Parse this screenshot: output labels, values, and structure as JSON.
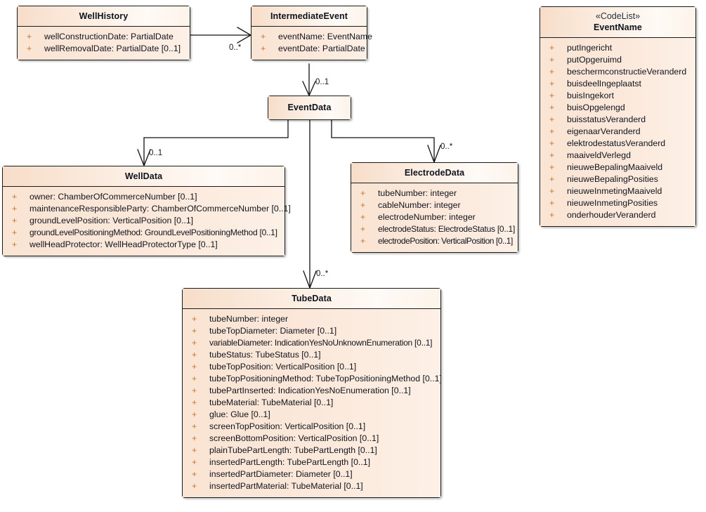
{
  "diagram": {
    "type": "uml-class-diagram",
    "background": "#ffffff",
    "class_fill": "#fbe6d6",
    "class_border": "#1a1a1a",
    "visibility_color": "#c8762c",
    "text_color": "#11141d"
  },
  "classes": {
    "wellhistory": {
      "name": "WellHistory",
      "attributes": [
        {
          "visibility": "+",
          "text": "wellConstructionDate: PartialDate"
        },
        {
          "visibility": "+",
          "text": "wellRemovalDate: PartialDate [0..1]"
        }
      ]
    },
    "intermediate_event": {
      "name": "IntermediateEvent",
      "attributes": [
        {
          "visibility": "+",
          "text": "eventName: EventName"
        },
        {
          "visibility": "+",
          "text": "eventDate: PartialDate"
        }
      ]
    },
    "eventdata": {
      "name": "EventData",
      "attributes": []
    },
    "welldata": {
      "name": "WellData",
      "attributes": [
        {
          "visibility": "+",
          "text": "owner: ChamberOfCommerceNumber [0..1]"
        },
        {
          "visibility": "+",
          "text": "maintenanceResponsibleParty: ChamberOfCommerceNumber [0..1]"
        },
        {
          "visibility": "+",
          "text": "groundLevelPosition: VerticalPosition [0..1]"
        },
        {
          "visibility": "+",
          "text": "groundLevelPositioningMethod: GroundLevelPositioningMethod [0..1]"
        },
        {
          "visibility": "+",
          "text": "wellHeadProtector: WellHeadProtectorType [0..1]"
        }
      ]
    },
    "electrodedata": {
      "name": "ElectrodeData",
      "attributes": [
        {
          "visibility": "+",
          "text": "tubeNumber: integer"
        },
        {
          "visibility": "+",
          "text": "cableNumber: integer"
        },
        {
          "visibility": "+",
          "text": "electrodeNumber: integer"
        },
        {
          "visibility": "+",
          "text": "electrodeStatus: ElectrodeStatus [0..1]"
        },
        {
          "visibility": "+",
          "text": "electrodePosition: VerticalPosition [0..1]"
        }
      ]
    },
    "tubedata": {
      "name": "TubeData",
      "attributes": [
        {
          "visibility": "+",
          "text": "tubeNumber: integer"
        },
        {
          "visibility": "+",
          "text": "tubeTopDiameter: Diameter [0..1]"
        },
        {
          "visibility": "+",
          "text": "variableDiameter: IndicationYesNoUnknownEnumeration [0..1]"
        },
        {
          "visibility": "+",
          "text": "tubeStatus: TubeStatus [0..1]"
        },
        {
          "visibility": "+",
          "text": "tubeTopPosition: VerticalPosition [0..1]"
        },
        {
          "visibility": "+",
          "text": "tubeTopPositioningMethod: TubeTopPositioningMethod [0..1]"
        },
        {
          "visibility": "+",
          "text": "tubePartInserted: IndicationYesNoEnumeration [0..1]"
        },
        {
          "visibility": "+",
          "text": "tubeMaterial: TubeMaterial [0..1]"
        },
        {
          "visibility": "+",
          "text": "glue: Glue [0..1]"
        },
        {
          "visibility": "+",
          "text": "screenTopPosition: VerticalPosition [0..1]"
        },
        {
          "visibility": "+",
          "text": "screenBottomPosition: VerticalPosition [0..1]"
        },
        {
          "visibility": "+",
          "text": "plainTubePartLength: TubePartLength [0..1]"
        },
        {
          "visibility": "+",
          "text": "insertedPartLength: TubePartLength [0..1]"
        },
        {
          "visibility": "+",
          "text": "insertedPartDiameter: Diameter [0..1]"
        },
        {
          "visibility": "+",
          "text": "insertedPartMaterial: TubeMaterial [0..1]"
        }
      ]
    },
    "eventname_codelist": {
      "stereotype": "«CodeList»",
      "name": "EventName",
      "attributes": [
        {
          "visibility": "+",
          "text": "putIngericht"
        },
        {
          "visibility": "+",
          "text": "putOpgeruimd"
        },
        {
          "visibility": "+",
          "text": "beschermconstructieVeranderd"
        },
        {
          "visibility": "+",
          "text": "buisdeelIngeplaatst"
        },
        {
          "visibility": "+",
          "text": "buisIngekort"
        },
        {
          "visibility": "+",
          "text": "buisOpgelengd"
        },
        {
          "visibility": "+",
          "text": "buisstatusVeranderd"
        },
        {
          "visibility": "+",
          "text": "eigenaarVeranderd"
        },
        {
          "visibility": "+",
          "text": "elektrodestatusVeranderd"
        },
        {
          "visibility": "+",
          "text": "maaiveldVerlegd"
        },
        {
          "visibility": "+",
          "text": "nieuweBepalingMaaiveld"
        },
        {
          "visibility": "+",
          "text": "nieuweBepalingPosities"
        },
        {
          "visibility": "+",
          "text": "nieuweInmetingMaaiveld"
        },
        {
          "visibility": "+",
          "text": "nieuweInmetingPosities"
        },
        {
          "visibility": "+",
          "text": "onderhouderVeranderd"
        }
      ]
    }
  },
  "associations": [
    {
      "from": "WellHistory",
      "to": "IntermediateEvent",
      "multiplicity": "0..*"
    },
    {
      "from": "IntermediateEvent",
      "to": "EventData",
      "multiplicity": "0..1"
    },
    {
      "from": "EventData",
      "to": "WellData",
      "multiplicity": "0..1"
    },
    {
      "from": "EventData",
      "to": "ElectrodeData",
      "multiplicity": "0..*"
    },
    {
      "from": "EventData",
      "to": "TubeData",
      "multiplicity": "0..*"
    }
  ]
}
